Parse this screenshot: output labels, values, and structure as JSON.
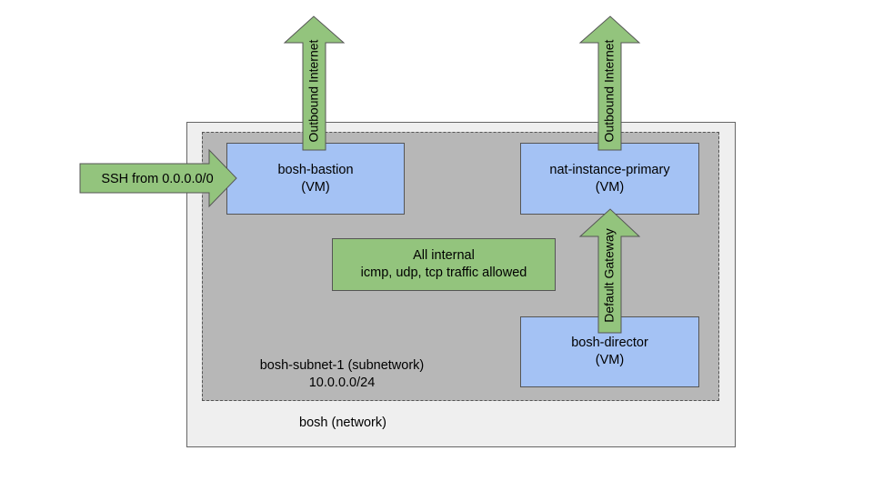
{
  "network": {
    "label": "bosh (network)"
  },
  "subnet": {
    "name": "bosh-subnet-1 (subnetwork)",
    "cidr": "10.0.0.0/24"
  },
  "vms": {
    "bastion": {
      "name": "bosh-bastion",
      "type": "(VM)"
    },
    "nat": {
      "name": "nat-instance-primary",
      "type": "(VM)"
    },
    "director": {
      "name": "bosh-director",
      "type": "(VM)"
    }
  },
  "internal_rule": {
    "line1": "All internal",
    "line2": "icmp, udp, tcp traffic allowed"
  },
  "arrows": {
    "ssh": "SSH from 0.0.0.0/0",
    "outbound_bastion": "Outbound Internet",
    "outbound_nat": "Outbound Internet",
    "default_gateway": "Default Gateway"
  },
  "colors": {
    "vm": "#a4c2f4",
    "arrow": "#93c47d",
    "subnet": "#b7b7b7",
    "network": "#efefef"
  }
}
